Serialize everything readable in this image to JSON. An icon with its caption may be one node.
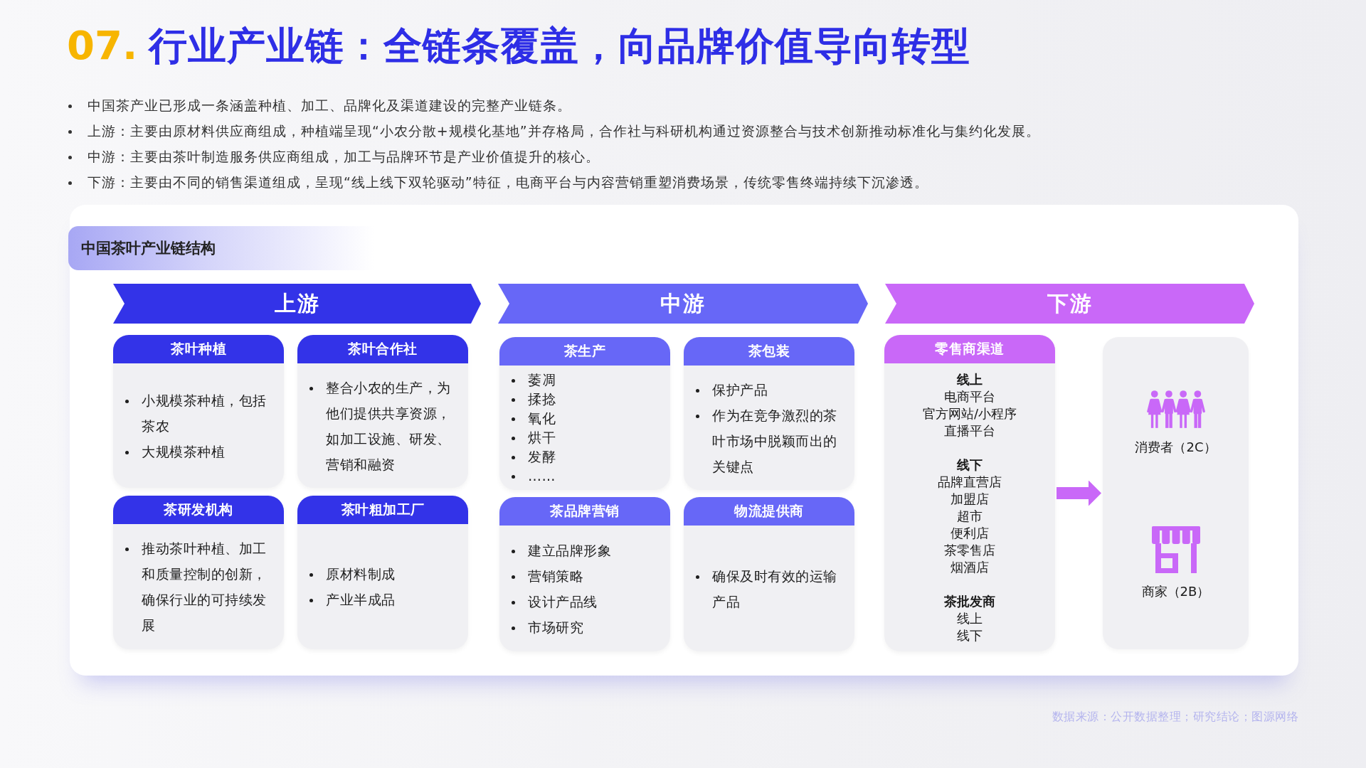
{
  "diagram": {
    "title": "行业产业链：全链条覆盖，向品牌价值导向转型",
    "nodes": [
      {
        "text": [
          "中国茶叶产业链结构"
        ]
      },
      {
        "text": [
          "上游"
        ],
        "in": 0
      },
      {
        "text": [
          "中游"
        ],
        "in": 0
      },
      {
        "text": [
          "下游"
        ],
        "in": 0
      },
      {
        "text": [
          "茶叶种植",
          "小规模茶种植，包括茶农",
          "大规模茶种植"
        ],
        "in": 0
      },
      {
        "text": [
          "茶叶合作社",
          "整合小农的生产，为他们提供共享资源，如加工设施、研发、营销和融资"
        ],
        "in": 0
      },
      {
        "text": [
          "茶研发机构",
          "推动茶叶种植、加工和质量控制的创新，确保行业的可持续发展"
        ],
        "in": 0
      },
      {
        "text": [
          "茶叶粗加工厂",
          "原材料制成",
          "产业半成品"
        ],
        "in": 0
      },
      {
        "text": [
          "茶生产",
          "萎凋",
          "揉捻",
          "氧化",
          "烘干",
          "发酵",
          "……"
        ],
        "in": 0
      },
      {
        "text": [
          "茶包装",
          "保护产品",
          "作为在竞争激烈的茶叶市场中脱颖而出的关键点"
        ],
        "in": 0
      },
      {
        "text": [
          "茶品牌营销",
          "建立品牌形象",
          "营销策略",
          "设计产品线",
          "市场研究"
        ],
        "in": 0
      },
      {
        "text": [
          "物流提供商",
          "确保及时有效的运输产品"
        ],
        "in": 0
      },
      {
        "text": [
          "零售商渠道",
          "线上",
          "电商平台",
          "官方网站/小程序",
          "直播平台",
          "线下",
          "品牌直营店",
          "加盟店",
          "超市",
          "便利店",
          "茶零售店",
          "烟酒店",
          "茶批发商",
          "线上",
          "线下"
        ],
        "in": 0
      },
      {
        "text": [
          "消费者（2C）",
          "商家（2B）"
        ],
        "in": 0
      }
    ],
    "edges": [
      {
        "from": 12,
        "to": 13,
        "arrow": "to"
      }
    ],
    "labels": [
      "07.",
      "中国茶产业已形成一条涵盖种植、加工、品牌化及渠道建设的完整产业链条。",
      "上游：主要由原材料供应商组成，种植端呈现“小农分散+规模化基地”并存格局，合作社与科研机构通过资源整合与技术创新推动标准化与集约化发展。",
      "中游：主要由茶叶制造服务供应商组成，加工与品牌环节是产业价值提升的核心。",
      "下游：主要由不同的销售渠道组成，呈现“线上线下双轮驱动”特征，电商平台与内容营销重塑消费场景，传统零售终端持续下沉渗透。",
      "数据来源：公开数据整理；研究结论；图源网络"
    ]
  }
}
